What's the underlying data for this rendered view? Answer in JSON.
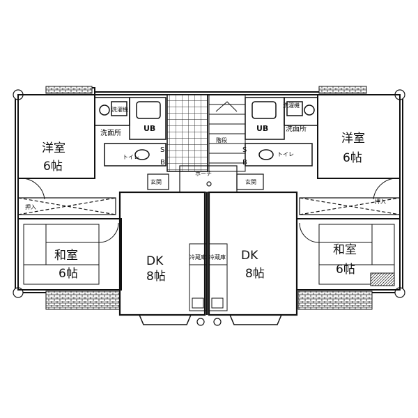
{
  "rooms": {
    "left_western": {
      "name": "洋室",
      "size": "6帖"
    },
    "right_western": {
      "name": "洋室",
      "size": "6帖"
    },
    "left_japanese": {
      "name": "和室",
      "size": "6帖"
    },
    "right_japanese": {
      "name": "和室",
      "size": "6帖"
    },
    "left_dk": {
      "name": "DK",
      "size": "8帖"
    },
    "right_dk": {
      "name": "DK",
      "size": "8帖"
    }
  },
  "labels": {
    "left_washroom": "洗面所",
    "right_washroom": "洗面所",
    "left_ub": "UB",
    "right_ub": "UB",
    "left_toilet": "トイレ",
    "right_toilet": "トイレ",
    "left_entrance": "玄関",
    "right_entrance": "玄関",
    "left_closet": "押入",
    "right_closet": "押入",
    "left_washer": "洗濯機",
    "right_washer": "洗濯機",
    "stairs": "階段",
    "porch": "ホーチ",
    "left_fridge": "冷蔵庫",
    "right_fridge": "冷蔵庫",
    "s_left": "S",
    "b_left": "B",
    "s_right": "S",
    "b_right": "B"
  }
}
